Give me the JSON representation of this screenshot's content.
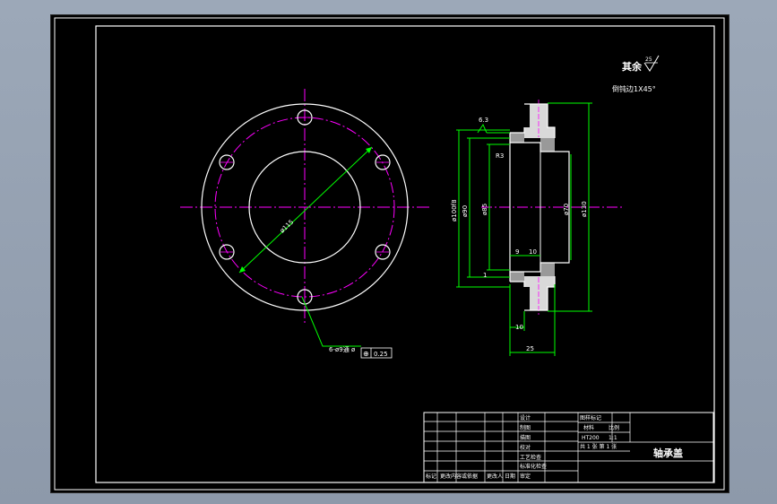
{
  "drawing": {
    "roughness_label": "其余",
    "roughness_value": "25",
    "chamfer_note": "倒钝边1X45°",
    "hole_callout": "6-ø9通 ø",
    "position_tolerance": "0.25",
    "diameter_bolt_circle": "ø115",
    "section_dims": {
      "d_100": "ø100f8",
      "d_90": "ø90",
      "d_85": "ø85",
      "d_70": "ø70",
      "d_130": "ø130",
      "roughness_small": "6.3",
      "radius": "R3",
      "dim_9": "9",
      "dim_10a": "10",
      "dim_10b": "10",
      "dim_25": "25",
      "chamfer_small": "1"
    }
  },
  "title_block": {
    "part_name": "轴承盖",
    "design": "设计",
    "drawing": "制图",
    "check": "描图",
    "review": "校对",
    "process": "工艺检查",
    "standard": "标准化检查",
    "approve": "审定",
    "material_label": "材料",
    "scale_label": "比例",
    "material_value": "HT200",
    "scale_value": "1:1",
    "sheets": "共 1 张   第 1 张",
    "company": "图样标记",
    "mark_label": "标记",
    "change_label": "更改内容或依据",
    "signer_label": "更改人",
    "date_label": "日期"
  },
  "colors": {
    "background": "#000000",
    "outline": "#ffffff",
    "center_line": "#ff00ff",
    "dimension": "#00ff00",
    "hatch": "#ffffff"
  }
}
